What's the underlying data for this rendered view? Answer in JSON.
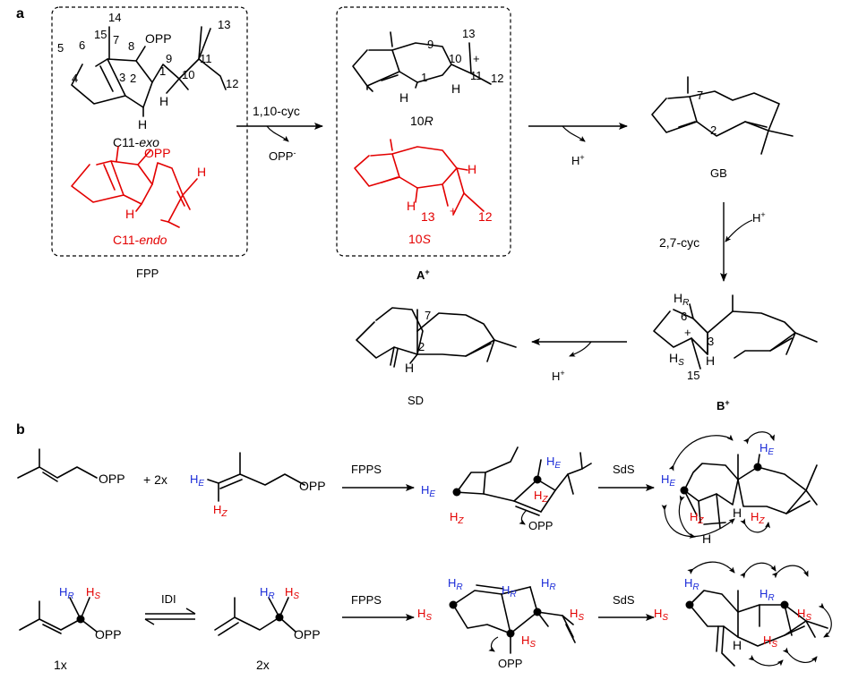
{
  "panels": {
    "a": "a",
    "b": "b"
  },
  "panel_a": {
    "fpp": {
      "locants": [
        "14",
        "15",
        "7",
        "8",
        "6",
        "5",
        "4",
        "3",
        "2",
        "1",
        "9",
        "10",
        "11",
        "13",
        "12"
      ],
      "opp": "OPP",
      "h": "H",
      "exo_prefix": "C11-",
      "exo_italic": "exo",
      "endo_prefix": "C11-",
      "endo_italic": "endo",
      "endo_opp": "OPP",
      "endo_h1": "H",
      "endo_h2": "H",
      "caption": "FPP"
    },
    "step1": {
      "label": "1,10-cyc",
      "byproduct": "OPP",
      "byproduct_sup": "-"
    },
    "cation_a": {
      "locants": [
        "13",
        "9",
        "10",
        "11",
        "1",
        "12"
      ],
      "plus": "+",
      "h1": "H",
      "h2": "H",
      "r_prefix": "10",
      "r_italic": "R",
      "s_prefix": "10",
      "s_italic": "S",
      "red_h1": "H",
      "red_h2": "H",
      "red_locants": [
        "13",
        "12"
      ],
      "red_plus": "+",
      "caption": "A",
      "caption_sup": "+"
    },
    "step2": {
      "byproduct": "H",
      "byproduct_sup": "+"
    },
    "gb": {
      "locants": [
        "7",
        "2"
      ],
      "caption": "GB"
    },
    "step3": {
      "label": "2,7-cyc",
      "reagent": "H",
      "reagent_sup": "+"
    },
    "cation_b": {
      "hr": "H",
      "hr_sub": "R",
      "hs": "H",
      "hs_sub": "S",
      "locants": [
        "6",
        "3",
        "15"
      ],
      "plus": "+",
      "h": "H",
      "caption": "B",
      "caption_sup": "+"
    },
    "step4": {
      "byproduct": "H",
      "byproduct_sup": "+"
    },
    "sd": {
      "locants": [
        "7",
        "2"
      ],
      "h": "H",
      "caption": "SD"
    }
  },
  "panel_b": {
    "row1": {
      "dmapp_opp": "OPP",
      "plus": "+ 2x",
      "ipp": {
        "he": "H",
        "he_sub": "E",
        "hz": "H",
        "hz_sub": "Z",
        "opp": "OPP"
      },
      "enzyme1": "FPPS",
      "fpp": {
        "he1": "H",
        "he1_sub": "E",
        "he2": "H",
        "he2_sub": "E",
        "hz1": "H",
        "hz1_sub": "Z",
        "hz2": "H",
        "hz2_sub": "Z",
        "opp": "OPP"
      },
      "enzyme2": "SdS",
      "product": {
        "he1": "H",
        "he1_sub": "E",
        "he2": "H",
        "he2_sub": "E",
        "hz1": "H",
        "hz1_sub": "Z",
        "hz2": "H",
        "hz2_sub": "Z",
        "h1": "H",
        "h2": "H"
      }
    },
    "row2": {
      "dmapp": {
        "hr": "H",
        "hr_sub": "R",
        "hs": "H",
        "hs_sub": "S",
        "opp": "OPP",
        "count": "1x"
      },
      "enzyme0": "IDI",
      "ipp": {
        "hr": "H",
        "hr_sub": "R",
        "hs": "H",
        "hs_sub": "S",
        "opp": "OPP",
        "count": "2x"
      },
      "enzyme1": "FPPS",
      "fpp": {
        "hr1": "H",
        "hr1_sub": "R",
        "hr2": "H",
        "hr2_sub": "R",
        "hr3": "H",
        "hr3_sub": "R",
        "hs1": "H",
        "hs1_sub": "S",
        "hs2": "H",
        "hs2_sub": "S",
        "hs3": "H",
        "hs3_sub": "S",
        "opp": "OPP"
      },
      "enzyme2": "SdS",
      "product": {
        "hr1": "H",
        "hr1_sub": "R",
        "hr2": "H",
        "hr2_sub": "R",
        "hs1": "H",
        "hs1_sub": "S",
        "hs2": "H",
        "hs2_sub": "S",
        "hs3": "H",
        "hs3_sub": "S",
        "h1": "H"
      }
    }
  },
  "colors": {
    "red": "#e30000",
    "blue": "#1b2bd8",
    "black": "#000000"
  }
}
